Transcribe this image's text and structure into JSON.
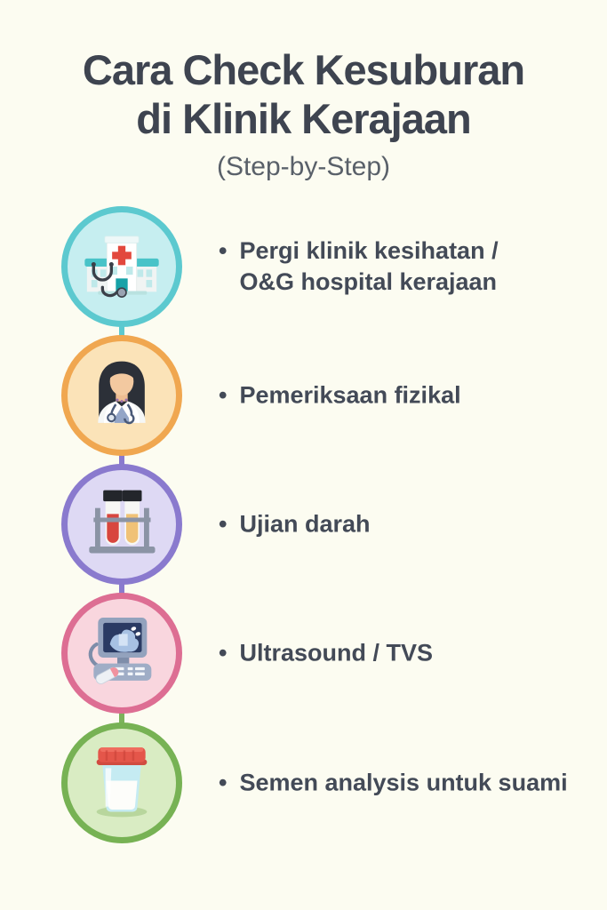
{
  "page": {
    "background_color": "#FCFCF1",
    "bullet": "•",
    "text_color": "#434A57"
  },
  "header": {
    "title_line1": "Cara Check Kesuburan",
    "title_line2": "di Klinik Kerajaan",
    "subtitle": "(Step-by-Step)",
    "title_color": "#3E4450",
    "subtitle_color": "#596069"
  },
  "steps": [
    {
      "icon": "hospital-icon",
      "lines": [
        "Pergi klinik kesihatan /",
        "O&G hospital kerajaan"
      ],
      "circle_border": "#5CC9CF",
      "circle_fill": "#C6EEF0",
      "connector_color": "#5CC9CF"
    },
    {
      "icon": "doctor-icon",
      "lines": [
        "Pemeriksaan fizikal"
      ],
      "circle_border": "#F0A750",
      "circle_fill": "#FBE3B8",
      "connector_color": "#8A7ACE"
    },
    {
      "icon": "test-tubes-icon",
      "lines": [
        "Ujian darah"
      ],
      "circle_border": "#8A7ACE",
      "circle_fill": "#DED9F4",
      "connector_color": "#8A7ACE"
    },
    {
      "icon": "ultrasound-icon",
      "lines": [
        "Ultrasound / TVS"
      ],
      "circle_border": "#DD6E93",
      "circle_fill": "#F9D6DE",
      "connector_color": "#7CB35B"
    },
    {
      "icon": "specimen-cup-icon",
      "lines": [
        "Semen analysis untuk suami"
      ],
      "circle_border": "#77B254",
      "circle_fill": "#D9ECC3",
      "connector_color": null
    }
  ]
}
